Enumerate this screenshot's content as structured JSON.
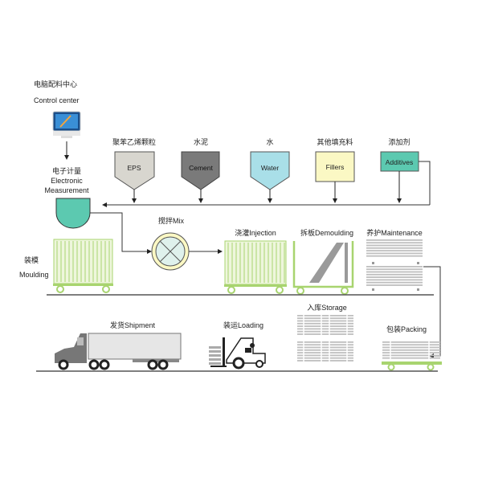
{
  "control_center": {
    "label_cn": "电脑配料中心",
    "label_en": "Control center"
  },
  "measurement": {
    "label_cn": "电子计量",
    "label_en_1": "Electronic",
    "label_en_2": "Measurement"
  },
  "materials": [
    {
      "label_cn": "聚苯乙烯颗粒",
      "label_en": "EPS",
      "color": "#d8d6cf"
    },
    {
      "label_cn": "水泥",
      "label_en": "Cement",
      "color": "#7a7a7a"
    },
    {
      "label_cn": "水",
      "label_en": "Water",
      "color": "#a9dfe8"
    },
    {
      "label_cn": "其他填充料",
      "label_en": "Fillers",
      "color": "#fbf8c4"
    },
    {
      "label_cn": "添加剂",
      "label_en": "Additives",
      "color": "#5cc9b0"
    }
  ],
  "steps": {
    "mix": "搅拌Mix",
    "moulding_cn": "装模",
    "moulding_en": "Moulding",
    "injection": "浇灌Injection",
    "demoulding": "拆板Demoulding",
    "maintenance": "养护Maintenance",
    "packing": "包装Packing",
    "storage": "入库Storage",
    "loading": "装运Loading",
    "shipment": "发货Shipment"
  },
  "colors": {
    "green": "#a8d46f",
    "green_light": "#eef6dc",
    "teal": "#5cc9b0",
    "line": "#333333",
    "board": "#bfbfbf"
  }
}
